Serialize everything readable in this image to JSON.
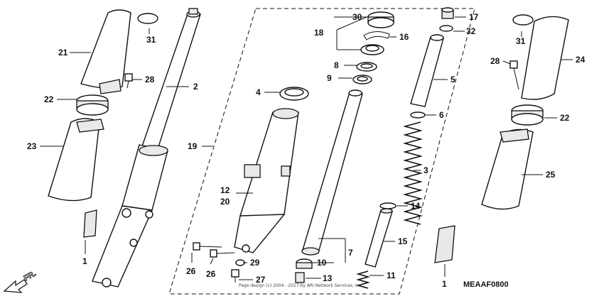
{
  "callouts": [
    {
      "id": "c1a",
      "text": "1"
    },
    {
      "id": "c1b",
      "text": "1"
    },
    {
      "id": "c2",
      "text": "2"
    },
    {
      "id": "c3",
      "text": "3"
    },
    {
      "id": "c4",
      "text": "4"
    },
    {
      "id": "c5",
      "text": "5"
    },
    {
      "id": "c6",
      "text": "6"
    },
    {
      "id": "c7",
      "text": "7"
    },
    {
      "id": "c8",
      "text": "8"
    },
    {
      "id": "c9",
      "text": "9"
    },
    {
      "id": "c10",
      "text": "10"
    },
    {
      "id": "c11",
      "text": "11"
    },
    {
      "id": "c12",
      "text": "12"
    },
    {
      "id": "c13",
      "text": "13"
    },
    {
      "id": "c14",
      "text": "14"
    },
    {
      "id": "c15",
      "text": "15"
    },
    {
      "id": "c16",
      "text": "16"
    },
    {
      "id": "c17",
      "text": "17"
    },
    {
      "id": "c18",
      "text": "18"
    },
    {
      "id": "c19",
      "text": "19"
    },
    {
      "id": "c20",
      "text": "20"
    },
    {
      "id": "c21",
      "text": "21"
    },
    {
      "id": "c22a",
      "text": "22"
    },
    {
      "id": "c22b",
      "text": "22"
    },
    {
      "id": "c23",
      "text": "23"
    },
    {
      "id": "c24",
      "text": "24"
    },
    {
      "id": "c25",
      "text": "25"
    },
    {
      "id": "c26a",
      "text": "26"
    },
    {
      "id": "c26b",
      "text": "26"
    },
    {
      "id": "c27",
      "text": "27"
    },
    {
      "id": "c28a",
      "text": "28"
    },
    {
      "id": "c28b",
      "text": "28"
    },
    {
      "id": "c29",
      "text": "29"
    },
    {
      "id": "c30",
      "text": "30"
    },
    {
      "id": "c31a",
      "text": "31"
    },
    {
      "id": "c31b",
      "text": "31"
    },
    {
      "id": "c32",
      "text": "32"
    }
  ],
  "diagram_code": "MEAAF0800",
  "direction_marker": "FR.",
  "watermark": "Page design (c) 2004 - 2017 by ARI Network Services, Inc.",
  "colors": {
    "line": "#111111",
    "background": "#ffffff",
    "shade": "#e9e9e9"
  }
}
